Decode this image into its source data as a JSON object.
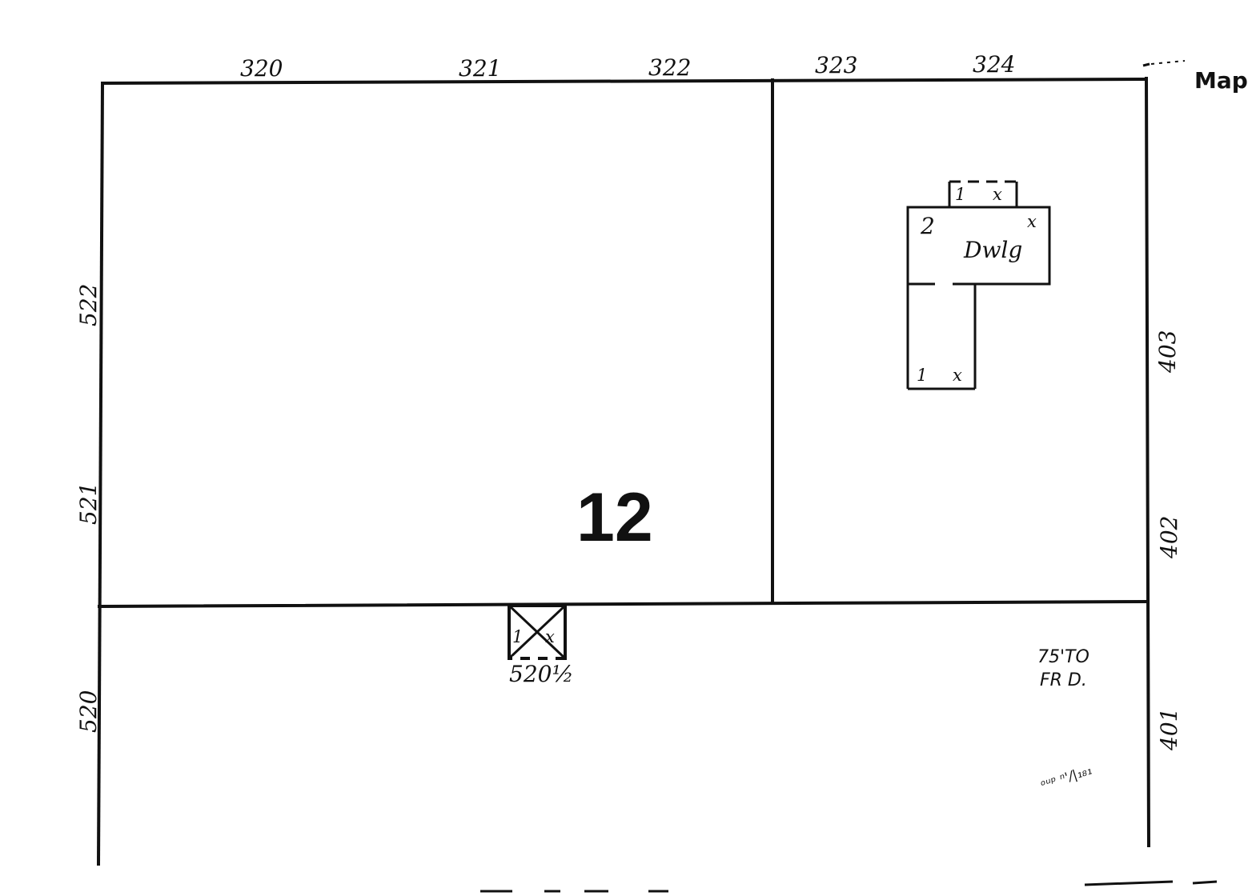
{
  "map": {
    "title": "Map",
    "block_number": "12",
    "colors": {
      "ink": "#111111",
      "paper": "#ffffff"
    },
    "top_street_numbers": [
      "320",
      "321",
      "322",
      "323",
      "324"
    ],
    "left_street_numbers": [
      "522",
      "521",
      "520"
    ],
    "right_street_numbers": [
      "403",
      "402",
      "401"
    ],
    "outbuilding": {
      "stories": "1",
      "mark": "x",
      "address": "520½"
    },
    "dwelling": {
      "label": "Dwlg",
      "main_stories": "2",
      "main_mark": "x",
      "front_porch_stories": "1",
      "front_porch_mark": "x",
      "rear_wing_stories": "1",
      "rear_wing_mark": "x"
    },
    "note_line1": "75'TO",
    "note_line2": "FR D.",
    "scribble": "ᵒᵘᵖ ⁿ'/|₁₈₁"
  }
}
